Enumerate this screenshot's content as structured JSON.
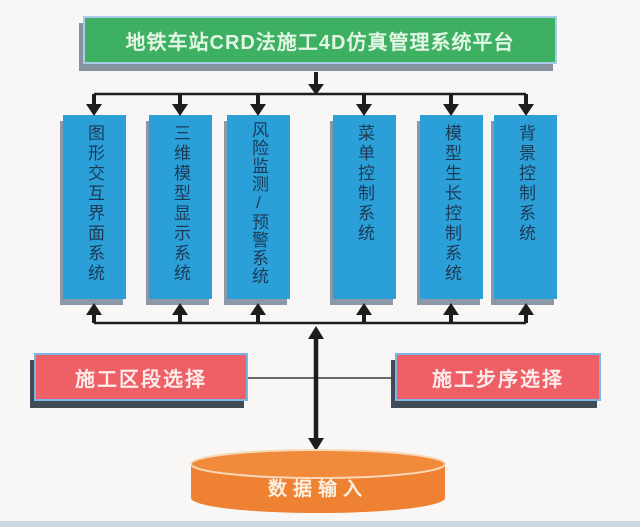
{
  "diagram": {
    "title": "地铁车站CRD法施工4D仿真管理系统平台",
    "systems": [
      {
        "label": "图形交互界面系统"
      },
      {
        "label": "三维模型显示系统"
      },
      {
        "label": "风险监测/预警系统"
      },
      {
        "label": "菜单控制系统"
      },
      {
        "label": "模型生长控制系统"
      },
      {
        "label": "背景控制系统"
      }
    ],
    "selectors": [
      {
        "label": "施工区段选择"
      },
      {
        "label": "施工步序选择"
      }
    ],
    "datastore": {
      "label": "数据输入"
    },
    "colors": {
      "title_bg": "#3db061",
      "title_border": "#a9cbe9",
      "system_bg": "#2b9fd8",
      "system_text": "#1d3a55",
      "selector_bg": "#ee5f66",
      "selector_border": "#7db4e4",
      "datastore_bg": "#ef8133",
      "arrow": "#1d1d1d",
      "shadow": "#8c98a7"
    }
  }
}
